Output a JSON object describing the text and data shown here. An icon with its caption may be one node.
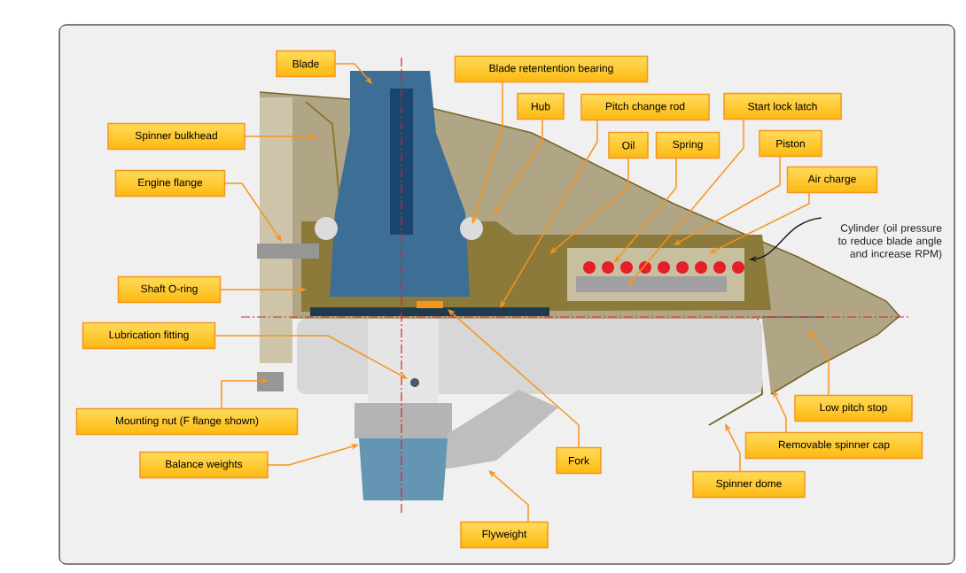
{
  "diagram": {
    "nodes": [
      {
        "text": [
          "Blade"
        ]
      },
      {
        "text": [
          "Blade retentention bearing"
        ]
      },
      {
        "text": [
          "Hub"
        ]
      },
      {
        "text": [
          "Pitch change rod"
        ]
      },
      {
        "text": [
          "Start lock latch"
        ]
      },
      {
        "text": [
          "Oil"
        ]
      },
      {
        "text": [
          "Spring"
        ]
      },
      {
        "text": [
          "Piston"
        ]
      },
      {
        "text": [
          "Air charge"
        ]
      },
      {
        "text": [
          "Cylinder (oil pressure to reduce blade angle and increase RPM)"
        ]
      },
      {
        "text": [
          "Spinner bulkhead"
        ]
      },
      {
        "text": [
          "Engine flange"
        ]
      },
      {
        "text": [
          "Shaft O-ring"
        ]
      },
      {
        "text": [
          "Lubrication fitting"
        ]
      },
      {
        "text": [
          "Mounting nut (F flange shown)"
        ]
      },
      {
        "text": [
          "Balance weights"
        ]
      },
      {
        "text": [
          "Fork"
        ]
      },
      {
        "text": [
          "Flyweight"
        ]
      },
      {
        "text": [
          "Low pitch stop"
        ]
      },
      {
        "text": [
          "Removable spinner cap"
        ]
      },
      {
        "text": [
          "Spinner dome"
        ]
      },
      {
        "text": [],
        "shape": "picture"
      }
    ],
    "edges": [
      {
        "from": 0,
        "to": 21,
        "arrow": "to"
      },
      {
        "from": 1,
        "to": 21,
        "arrow": "to"
      },
      {
        "from": 2,
        "to": 21,
        "arrow": "to"
      },
      {
        "from": 3,
        "to": 21,
        "arrow": "to"
      },
      {
        "from": 4,
        "to": 21,
        "arrow": "to"
      },
      {
        "from": 5,
        "to": 21,
        "arrow": "to"
      },
      {
        "from": 6,
        "to": 21,
        "arrow": "to"
      },
      {
        "from": 7,
        "to": 21,
        "arrow": "to"
      },
      {
        "from": 8,
        "to": 21,
        "arrow": "to"
      },
      {
        "from": 9,
        "to": 21,
        "arrow": "to",
        "color": "#231f20"
      },
      {
        "from": 10,
        "to": 21,
        "arrow": "to"
      },
      {
        "from": 11,
        "to": 21,
        "arrow": "to"
      },
      {
        "from": 12,
        "to": 21,
        "arrow": "to"
      },
      {
        "from": 13,
        "to": 21,
        "arrow": "to"
      },
      {
        "from": 14,
        "to": 21,
        "arrow": "to"
      },
      {
        "from": 15,
        "to": 21,
        "arrow": "to"
      },
      {
        "from": 16,
        "to": 21,
        "arrow": "to"
      },
      {
        "from": 17,
        "to": 21,
        "arrow": "to"
      },
      {
        "from": 18,
        "to": 21,
        "arrow": "to"
      },
      {
        "from": 19,
        "to": 21,
        "arrow": "to"
      },
      {
        "from": 20,
        "to": 21,
        "arrow": "to"
      }
    ]
  }
}
